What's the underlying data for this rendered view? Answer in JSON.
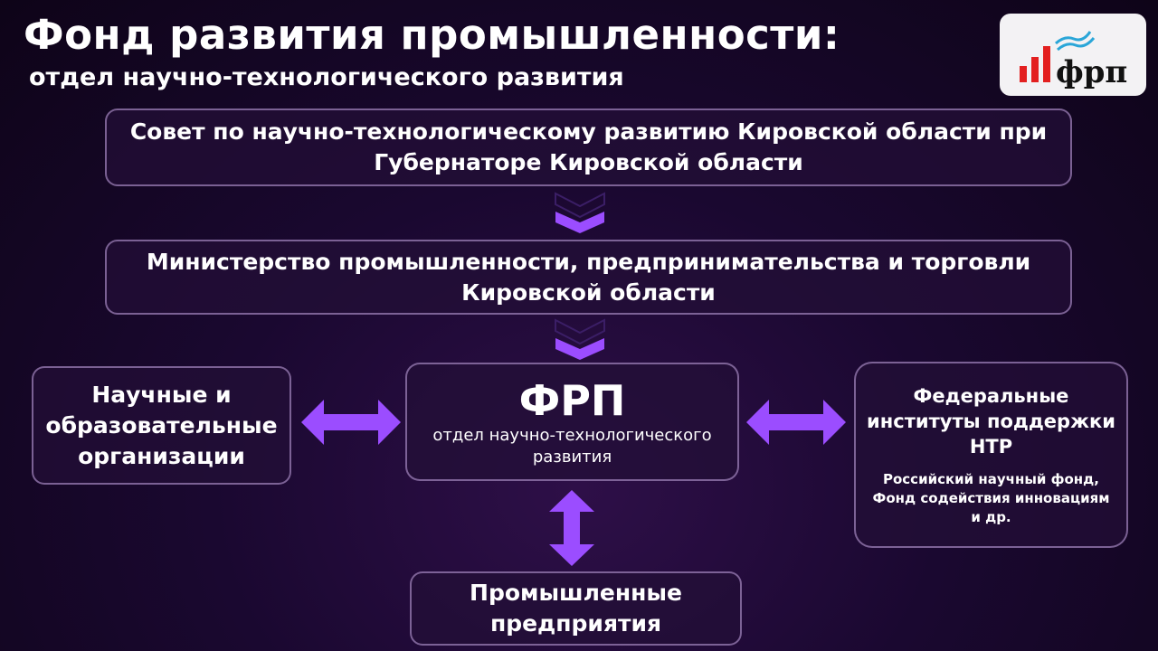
{
  "header": {
    "title": "Фонд развития промышленности:",
    "subtitle": "отдел научно-технологического развития"
  },
  "logo": {
    "text": "фрп",
    "bar_color": "#e32020",
    "wave_color": "#2aa6d8"
  },
  "boxes": {
    "council": {
      "line1": "Совет по научно-технологическому развитию Кировской области при",
      "line2": "Губернаторе Кировской области"
    },
    "ministry": {
      "line1": "Министерство промышленности, предпринимательства и торговли",
      "line2": "Кировской области"
    },
    "frp": {
      "name": "ФРП",
      "line1": "отдел научно-технологического",
      "line2": "развития"
    },
    "science": {
      "line1": "Научные и",
      "line2": "образовательные",
      "line3": "организации"
    },
    "federal": {
      "line1": "Федеральные",
      "line2": "институты поддержки",
      "line3": "НТР",
      "sub1": "Российский научный фонд,",
      "sub2": "Фонд содействия инновациям",
      "sub3": "и др."
    },
    "industry": {
      "line1": "Промышленные",
      "line2": "предприятия"
    }
  },
  "colors": {
    "accent": "#9b4dff",
    "background": "#1a0830"
  }
}
